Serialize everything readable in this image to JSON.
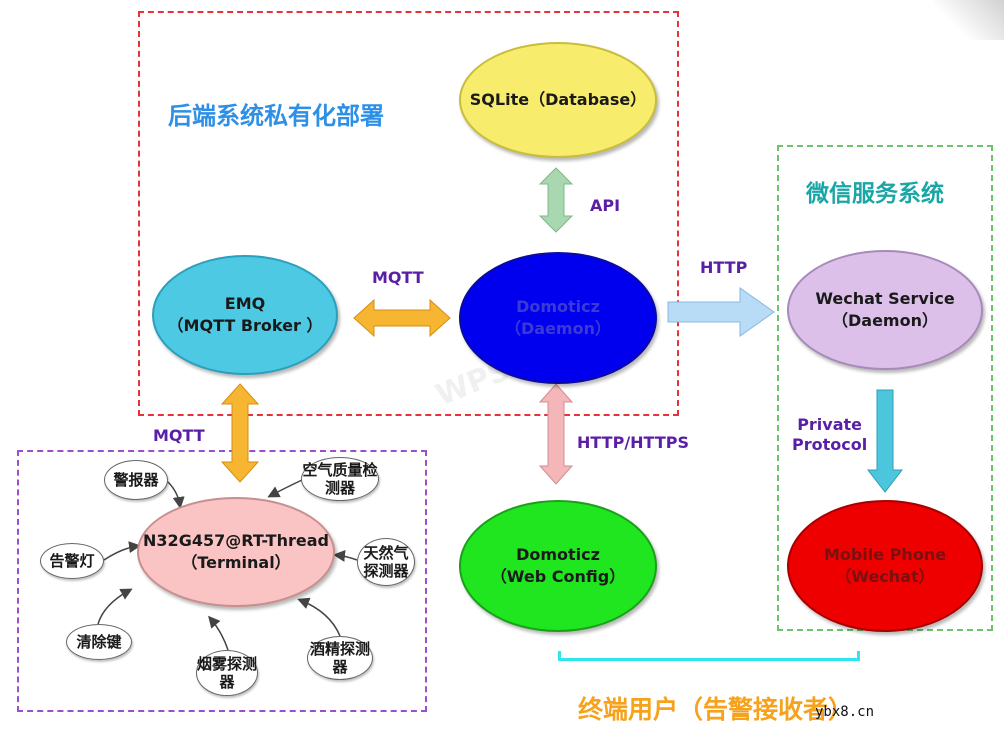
{
  "zones": {
    "backend_title": "后端系统私有化部署",
    "wechat_title": "微信服务系统",
    "users_title": "终端用户（告警接收者）"
  },
  "nodes": {
    "sqlite": {
      "line1": "SQLite（Database）"
    },
    "emq": {
      "line1": "EMQ",
      "line2": "（MQTT Broker ）"
    },
    "domoticz_daemon": {
      "line1": "Domoticz",
      "line2": "（Daemon）"
    },
    "wechat_service": {
      "line1": "Wechat Service",
      "line2": "（Daemon）"
    },
    "domoticz_web": {
      "line1": "Domoticz",
      "line2": "（Web Config）"
    },
    "mobile_phone": {
      "line1": "Mobile Phone",
      "line2": "（Wechat）"
    },
    "terminal": {
      "line1": "N32G457@RT-Thread",
      "line2": "（Terminal）"
    }
  },
  "peripherals": {
    "alarm": "警报器",
    "air_quality": "空气质量检测器",
    "warning_light": "告警灯",
    "gas_detector": "天然气探测器",
    "clear_key": "清除键",
    "smoke_detector": "烟雾探测器",
    "alcohol_detector": "酒精探测器"
  },
  "edges": {
    "api": "API",
    "mqtt_broker_daemon": "MQTT",
    "http": "HTTP",
    "http_https": "HTTP/HTTPS",
    "mqtt_terminal": "MQTT",
    "private_line1": "Private",
    "private_line2": "Protocol"
  },
  "watermark": "WPS 图",
  "site_mark": "ybx8.cn",
  "colors": {
    "backend_border": "#e8323a",
    "wechat_border": "#6cc36c",
    "terminal_border": "#9a4fd0",
    "sqlite": "#f7ec6c",
    "emq": "#4dc9e3",
    "daemon": "#0000ee",
    "wechat_service": "#dcc0ea",
    "web_config": "#1fe61f",
    "mobile_phone": "#ee0000",
    "terminal": "#fac4c4",
    "arrow_orange": "#f6b632",
    "arrow_green": "#a9d8b0",
    "arrow_pink": "#f4b6b8",
    "arrow_blue": "#b8dcf5",
    "arrow_teal": "#4cc6dd"
  }
}
